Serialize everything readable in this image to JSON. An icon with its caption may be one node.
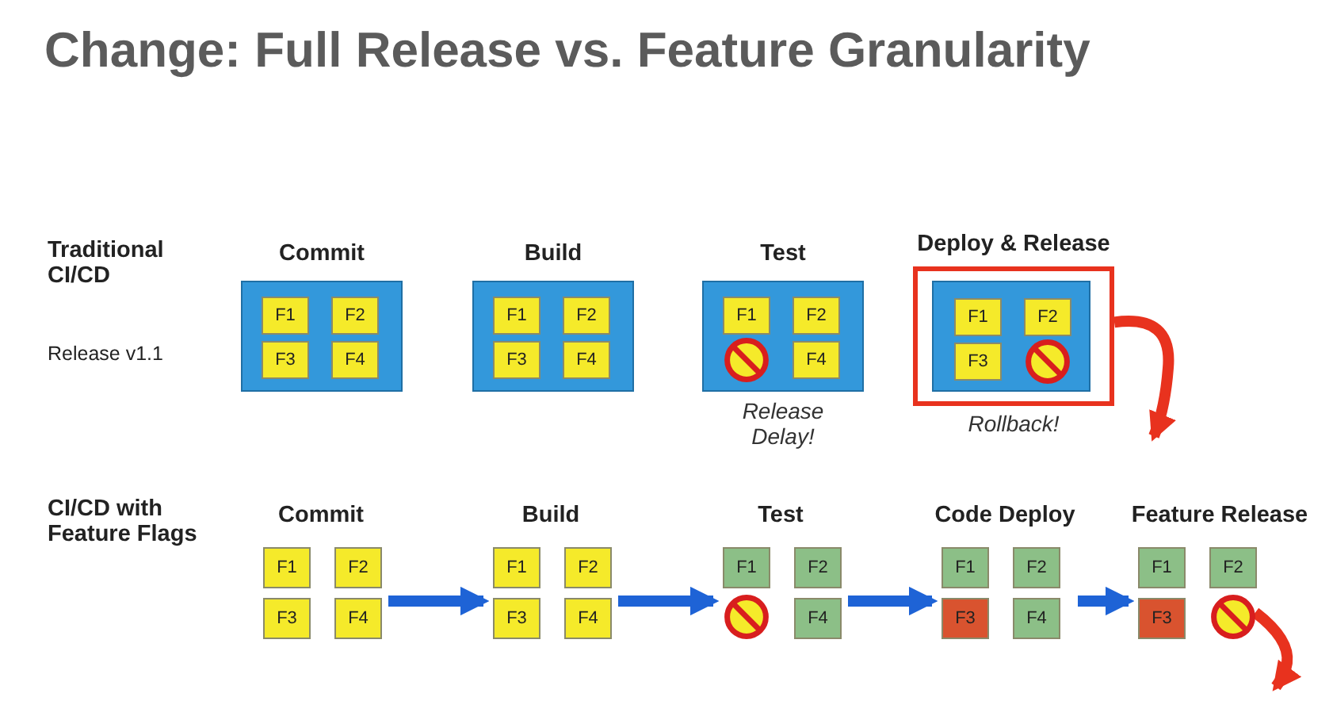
{
  "diagram": {
    "title": "Change: Full Release vs. Feature Granularity",
    "nodes": [
      {
        "text": [
          "Commit"
        ]
      },
      {
        "text": [
          "F1"
        ],
        "in": 0
      },
      {
        "text": [
          "F2"
        ],
        "in": 0
      },
      {
        "text": [
          "F3"
        ],
        "in": 0
      },
      {
        "text": [
          "F4"
        ],
        "in": 0
      },
      {
        "text": [
          "Build"
        ]
      },
      {
        "text": [
          "F1"
        ],
        "in": 5
      },
      {
        "text": [
          "F2"
        ],
        "in": 5
      },
      {
        "text": [
          "F3"
        ],
        "in": 5
      },
      {
        "text": [
          "F4"
        ],
        "in": 5
      },
      {
        "text": [
          "Test"
        ],
        "beside": [
          "Release Delay!"
        ]
      },
      {
        "text": [
          "F1"
        ],
        "in": 10
      },
      {
        "text": [
          "F2"
        ],
        "in": 10
      },
      {
        "text": [],
        "shape": "circle",
        "in": 10
      },
      {
        "text": [
          "F4"
        ],
        "in": 10
      },
      {
        "text": [
          "Deploy & Release"
        ],
        "beside": [
          "Rollback!"
        ]
      },
      {
        "text": [],
        "shape": "box",
        "in": 15
      },
      {
        "text": [
          "F1"
        ],
        "in": 16
      },
      {
        "text": [
          "F2"
        ],
        "in": 16
      },
      {
        "text": [
          "F3"
        ],
        "in": 16
      },
      {
        "text": [],
        "shape": "circle",
        "in": 16
      },
      {
        "text": [
          "Commit"
        ]
      },
      {
        "text": [
          "F1"
        ],
        "in": 21
      },
      {
        "text": [
          "F2"
        ],
        "in": 21
      },
      {
        "text": [
          "F3"
        ],
        "in": 21
      },
      {
        "text": [
          "F4"
        ],
        "in": 21
      },
      {
        "text": [
          "Build"
        ]
      },
      {
        "text": [
          "F1"
        ],
        "in": 26
      },
      {
        "text": [
          "F2"
        ],
        "in": 26
      },
      {
        "text": [
          "F3"
        ],
        "in": 26
      },
      {
        "text": [
          "F4"
        ],
        "in": 26
      },
      {
        "text": [
          "Test"
        ]
      },
      {
        "text": [
          "F1"
        ],
        "in": 31
      },
      {
        "text": [
          "F2"
        ],
        "in": 31
      },
      {
        "text": [],
        "shape": "circle",
        "in": 31
      },
      {
        "text": [
          "F4"
        ],
        "in": 31
      },
      {
        "text": [
          "Code Deploy"
        ]
      },
      {
        "text": [
          "F1"
        ],
        "in": 36
      },
      {
        "text": [
          "F2"
        ],
        "in": 36
      },
      {
        "text": [
          "F3"
        ],
        "in": 36
      },
      {
        "text": [
          "F4"
        ],
        "in": 36
      },
      {
        "text": [
          "Feature Release"
        ]
      },
      {
        "text": [
          "F1"
        ],
        "in": 41
      },
      {
        "text": [
          "F2"
        ],
        "in": 41
      },
      {
        "text": [
          "F3"
        ],
        "in": 41
      },
      {
        "text": [],
        "shape": "circle",
        "in": 41
      }
    ],
    "edges": [
      {
        "from": 15,
        "to": null,
        "arrow": "to",
        "color": "#e8321e"
      },
      {
        "from": 21,
        "to": 26,
        "arrow": "to"
      },
      {
        "from": 26,
        "to": 31,
        "arrow": "to"
      },
      {
        "from": 31,
        "to": 36,
        "arrow": "to"
      },
      {
        "from": 36,
        "to": 41,
        "arrow": "to"
      },
      {
        "from": 45,
        "to": null,
        "arrow": "to",
        "color": "#e8321e"
      }
    ],
    "labels": [
      "Traditional CI/CD",
      "Release v1.1",
      "CI/CD with Feature Flags"
    ]
  }
}
